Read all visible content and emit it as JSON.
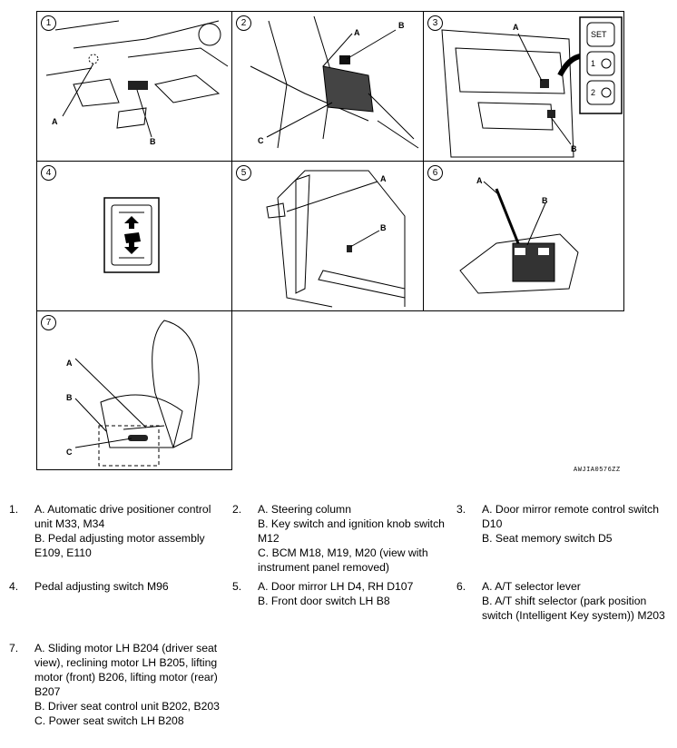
{
  "figure_code": "AWJIA0576ZZ",
  "panels": [
    {
      "num": "1",
      "labels": [
        "A",
        "B"
      ]
    },
    {
      "num": "2",
      "labels": [
        "A",
        "B",
        "C"
      ]
    },
    {
      "num": "3",
      "labels": [
        "A",
        "B"
      ],
      "switch_labels": [
        "SET",
        "1",
        "2"
      ]
    },
    {
      "num": "4",
      "labels": []
    },
    {
      "num": "5",
      "labels": [
        "A",
        "B"
      ]
    },
    {
      "num": "6",
      "labels": [
        "A",
        "B"
      ]
    },
    {
      "num": "7",
      "labels": [
        "A",
        "B",
        "C"
      ]
    }
  ],
  "legend": [
    {
      "num": "1.",
      "lines": [
        "A. Automatic drive positioner control unit M33, M34",
        "B. Pedal adjusting motor assembly E109, E110"
      ]
    },
    {
      "num": "2.",
      "lines": [
        "A. Steering column",
        "B. Key switch and ignition knob switch M12",
        "C. BCM M18, M19, M20 (view with instrument panel removed)"
      ]
    },
    {
      "num": "3.",
      "lines": [
        "A. Door mirror remote control switch D10",
        "B. Seat memory switch D5"
      ]
    },
    {
      "num": "4.",
      "lines": [
        "Pedal adjusting switch M96"
      ]
    },
    {
      "num": "5.",
      "lines": [
        "A. Door mirror LH D4, RH D107",
        "B. Front door switch LH B8"
      ]
    },
    {
      "num": "6.",
      "lines": [
        "A. A/T selector lever",
        "B. A/T shift selector (park position switch (Intelligent Key system)) M203"
      ]
    },
    {
      "num": "7.",
      "lines": [
        "A. Sliding motor LH B204 (driver seat view), reclining motor LH B205, lifting motor (front) B206, lifting motor (rear) B207",
        "B. Driver seat control unit B202, B203",
        "C. Power seat switch LH B208"
      ]
    }
  ]
}
